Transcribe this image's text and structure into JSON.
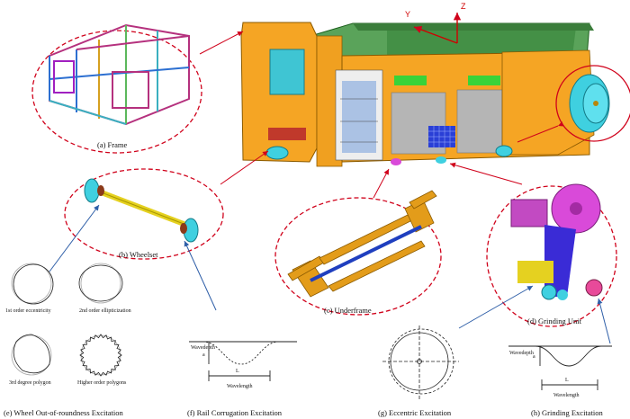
{
  "labels": {
    "frame": "(a) Frame",
    "wheelset": "(b) Wheelset",
    "underframe": "(c) Underframe",
    "grinding_unit": "(d) Grinding Unit",
    "wheel_oor": "(e) Wheel Out-of-roundness Excitation",
    "rail_corrugation": "(f) Rail Corrugation Excitation",
    "eccentric": "(g) Eccentric Excitation",
    "grinding_exc": "(h) Grinding Excitation"
  },
  "axes": {
    "y": "Y",
    "z": "Z"
  },
  "polygons": {
    "p1": "1st order eccentricity",
    "p2": "2nd order ellipticization",
    "p3": "3rd degree polygon",
    "p4": "Higher order polygons"
  },
  "corrugation": {
    "wavedepth": "Wavedepth",
    "a": "a",
    "L": "L",
    "wavelength": "Wavelength"
  },
  "grinding": {
    "wavedepth": "Wavedepth",
    "a": "a",
    "L": "L",
    "wavelength": "Wavelength"
  },
  "colors": {
    "dashed_ellipse": "#d0021b",
    "arrow_red": "#d0021b",
    "arrow_blue": "#2f5fa8",
    "body_orange": "#f5a524",
    "wheel_cyan": "#3fd0e0",
    "roof_green": "#3a8f3a"
  }
}
